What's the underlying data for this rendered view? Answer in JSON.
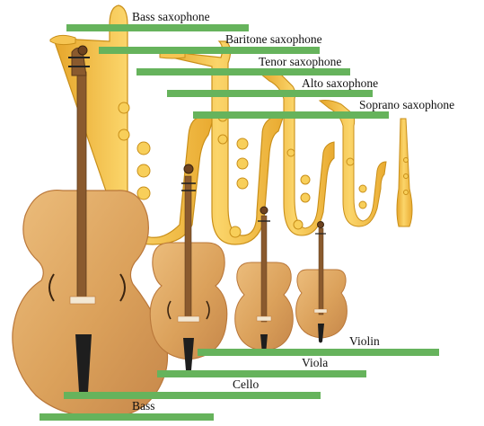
{
  "labels": {
    "bass_saxophone": "Bass saxophone",
    "baritone_saxophone": "Baritone saxophone",
    "tenor_saxophone": "Tenor saxophone",
    "alto_saxophone": "Alto saxophone",
    "soprano_saxophone": "Soprano saxophone",
    "violin": "Violin",
    "viola": "Viola",
    "cello": "Cello",
    "bass": "Bass"
  },
  "colors": {
    "bar": "#66b35c",
    "wood": "#dfa45d",
    "wood_dark": "#b9773a",
    "brass": "#f3bd3e",
    "brass_light": "#fbdc7a",
    "brass_dark": "#c98f19",
    "tailpiece": "#1e1e1e"
  }
}
